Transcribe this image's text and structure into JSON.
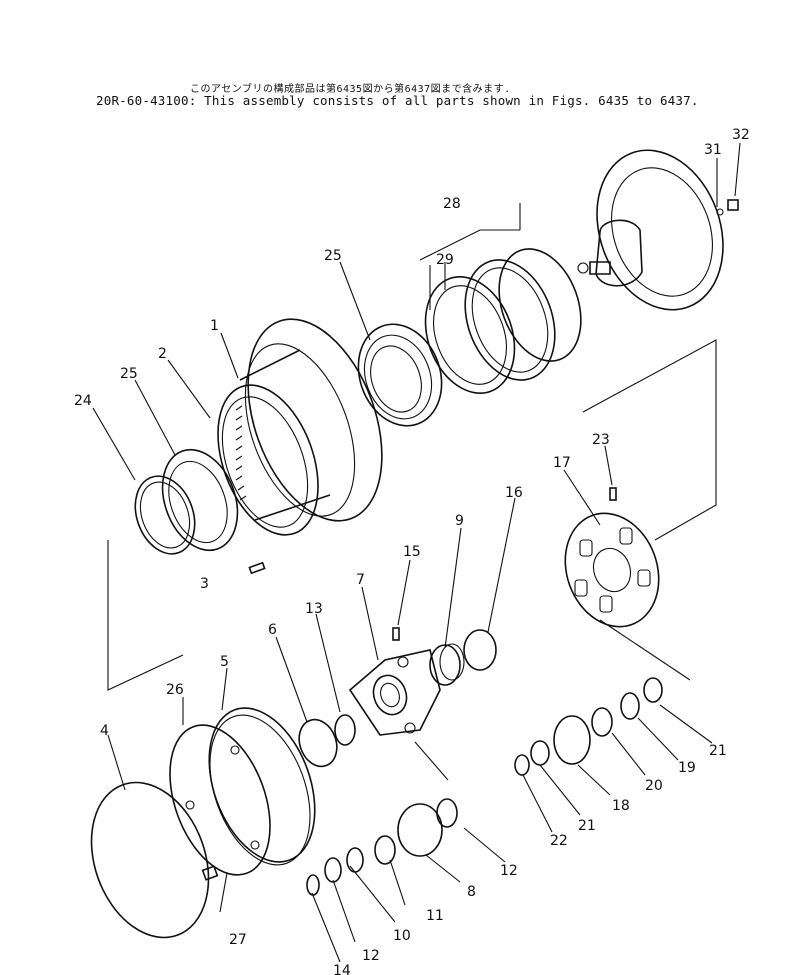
{
  "header": {
    "caption_jp": "このアセンブリの構成部品は第6435図から第6437図まで含みます.",
    "caption_en": "20R-60-43100: This assembly consists of all parts shown in Figs. 6435 to 6437."
  },
  "callouts": {
    "c1": "1",
    "c2": "2",
    "c3": "3",
    "c4": "4",
    "c5": "5",
    "c6": "6",
    "c7": "7",
    "c8": "8",
    "c9": "9",
    "c10": "10",
    "c11": "11",
    "c12a": "12",
    "c12b": "12",
    "c13": "13",
    "c14": "14",
    "c15": "15",
    "c16": "16",
    "c17": "17",
    "c18": "18",
    "c19": "19",
    "c20": "20",
    "c21a": "21",
    "c21b": "21",
    "c22": "22",
    "c23": "23",
    "c24": "24",
    "c25a": "25",
    "c25b": "25",
    "c26": "26",
    "c27": "27",
    "c28": "28",
    "c29": "29",
    "c31": "31",
    "c32": "32"
  }
}
